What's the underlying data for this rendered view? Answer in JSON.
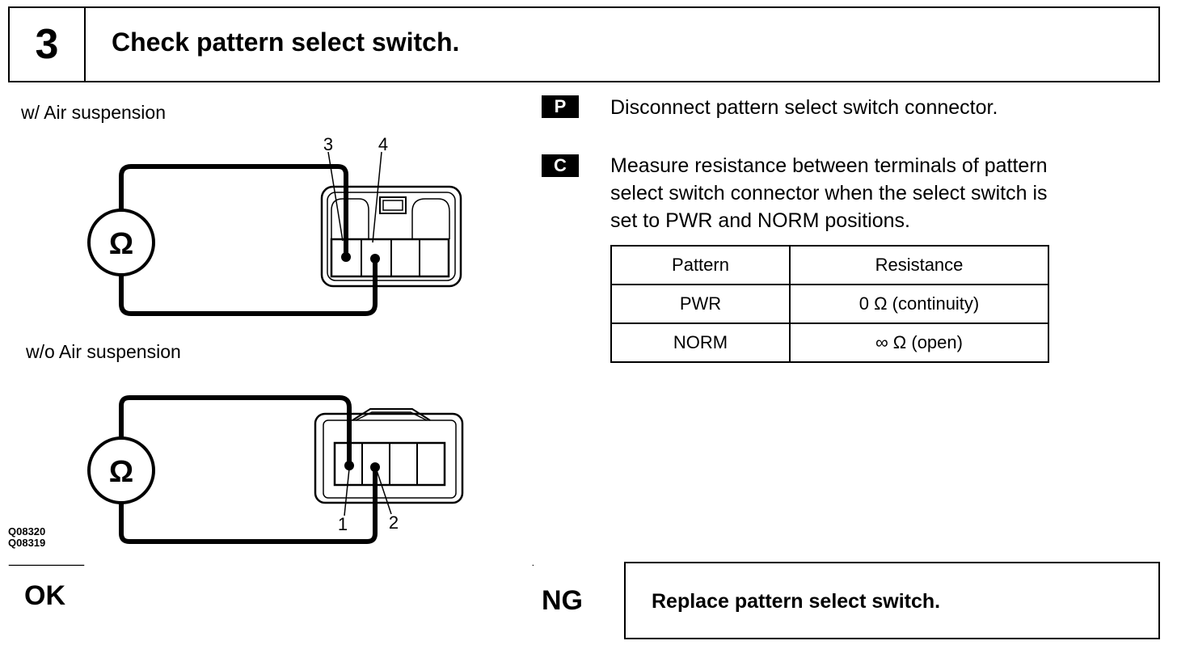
{
  "header": {
    "step_number": "3",
    "title": "Check pattern select switch."
  },
  "figures": {
    "with_air": {
      "label": "w/ Air suspension",
      "meter_symbol": "Ω",
      "terminal_left": "3",
      "terminal_right": "4"
    },
    "without_air": {
      "label": "w/o Air suspension",
      "meter_symbol": "Ω",
      "terminal_left": "1",
      "terminal_right": "2"
    },
    "codes": [
      "Q08320",
      "Q08319"
    ]
  },
  "steps": {
    "prepare": {
      "tag": "P",
      "text": "Disconnect pattern select switch connector."
    },
    "check": {
      "tag": "C",
      "lines": [
        "Measure resistance between terminals of pattern",
        "select switch connector when the select switch is",
        "set to PWR and NORM positions."
      ]
    }
  },
  "table": {
    "headers": [
      "Pattern",
      "Resistance"
    ],
    "rows": [
      [
        "PWR",
        "0 Ω (continuity)"
      ],
      [
        "NORM",
        "∞ Ω (open)"
      ]
    ]
  },
  "results": {
    "ok_label": "OK",
    "ng_label": "NG",
    "ng_action": "Replace pattern select switch."
  }
}
